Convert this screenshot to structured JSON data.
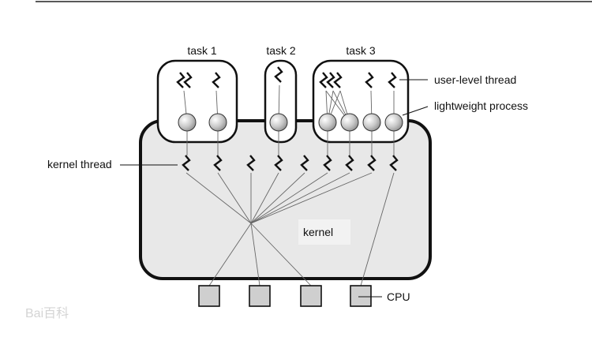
{
  "tasks": [
    {
      "label": "task 1"
    },
    {
      "label": "task 2"
    },
    {
      "label": "task 3"
    }
  ],
  "labels": {
    "user_level_thread": "user-level thread",
    "lightweight_process": "lightweight process",
    "kernel_thread": "kernel thread",
    "kernel": "kernel",
    "cpu": "CPU"
  },
  "watermark": "Bai百科",
  "colors": {
    "kernel_fill": "#e8e8e8",
    "lwp_fill": "#c8c8c8",
    "cpu_fill": "#cfcfcf",
    "stroke": "#111111"
  }
}
